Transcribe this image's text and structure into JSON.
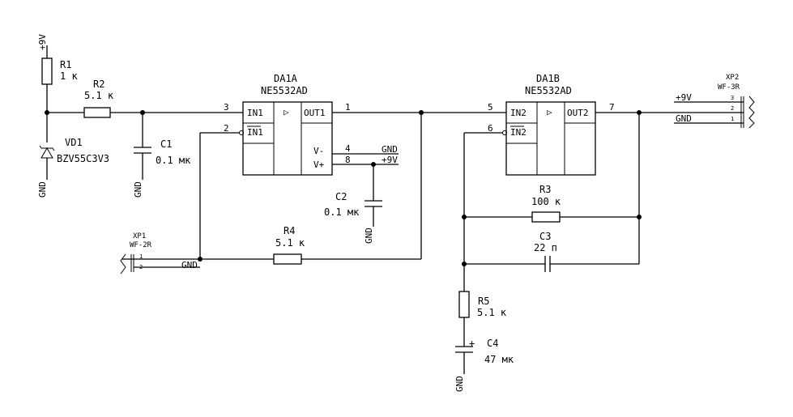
{
  "supply": {
    "vcc": "+9V",
    "gnd": "GND"
  },
  "components": {
    "r1": {
      "ref": "R1",
      "value": "1 к"
    },
    "r2": {
      "ref": "R2",
      "value": "5.1 к"
    },
    "vd1": {
      "ref": "VD1",
      "value": "BZV55C3V3"
    },
    "c1": {
      "ref": "C1",
      "value": "0.1 мк"
    },
    "da1a": {
      "ref": "DA1A",
      "value": "NE5532AD",
      "in_plus": "IN1",
      "in_minus": "IN1",
      "out": "OUT1",
      "vneg": "V-",
      "vpos": "V+"
    },
    "da1b": {
      "ref": "DA1B",
      "value": "NE5532AD",
      "in_plus": "IN2",
      "in_minus": "IN2",
      "out": "OUT2"
    },
    "c2": {
      "ref": "C2",
      "value": "0.1 мк"
    },
    "r3": {
      "ref": "R3",
      "value": "100 к"
    },
    "c3": {
      "ref": "C3",
      "value": "22 п"
    },
    "r4": {
      "ref": "R4",
      "value": "5.1 к"
    },
    "r5": {
      "ref": "R5",
      "value": "5.1 к"
    },
    "c4": {
      "ref": "C4",
      "value": "47 мк",
      "polarity": "+"
    },
    "xp1": {
      "ref": "XP1",
      "value": "WF-2R",
      "pins": [
        "1",
        "2"
      ]
    },
    "xp2": {
      "ref": "XP2",
      "value": "WF-3R",
      "pins": [
        "3",
        "2",
        "1"
      ]
    }
  },
  "pins": {
    "da1a_in_plus": "3",
    "da1a_in_minus": "2",
    "da1a_out": "1",
    "da1a_vneg": "4",
    "da1a_vpos": "8",
    "da1b_in_plus": "5",
    "da1b_in_minus": "6",
    "da1b_out": "7"
  },
  "opamp_glyph": "▷"
}
